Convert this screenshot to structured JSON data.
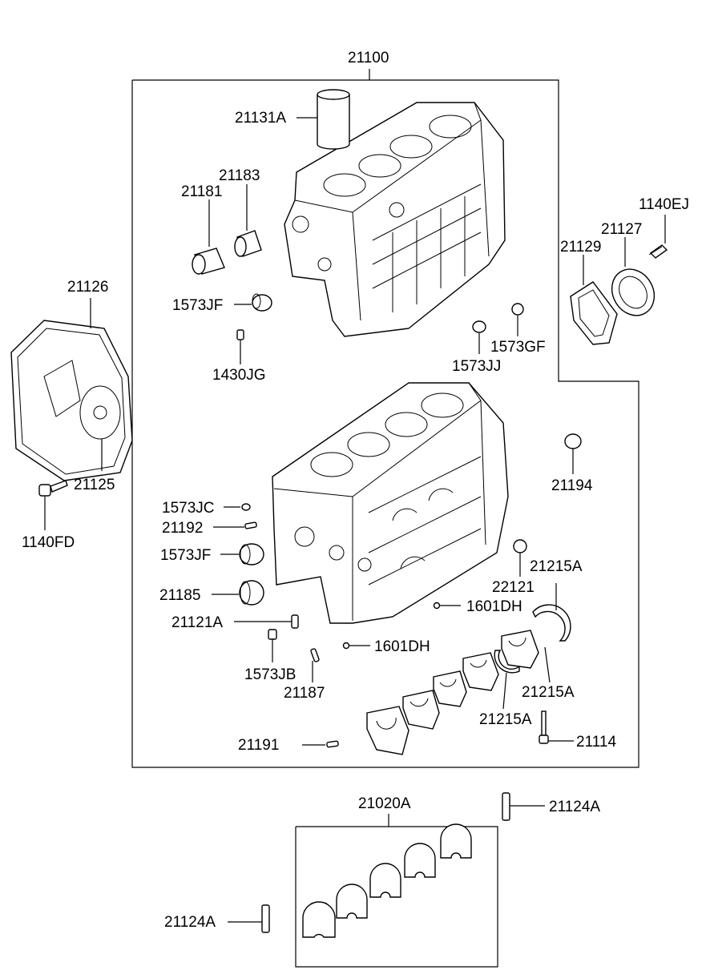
{
  "labels": {
    "l21100": "21100",
    "l21131A": "21131A",
    "l21183": "21183",
    "l21181": "21181",
    "l1573JF_top": "1573JF",
    "l1430JG": "1430JG",
    "l1573JJ": "1573JJ",
    "l1573GF": "1573GF",
    "l1140EJ": "1140EJ",
    "l21127": "21127",
    "l21129": "21129",
    "l21126": "21126",
    "l21125": "21125",
    "l1140FD": "1140FD",
    "l21194": "21194",
    "l1573JC": "1573JC",
    "l21192": "21192",
    "l1573JF_mid": "1573JF",
    "l21185": "21185",
    "l21121A": "21121A",
    "l1573JB": "1573JB",
    "l21187": "21187",
    "l1601DH_a": "1601DH",
    "l1601DH_b": "1601DH",
    "l22121": "22121",
    "l21215A_a": "21215A",
    "l21215A_b": "21215A",
    "l21215A_c": "21215A",
    "l21114": "21114",
    "l21191": "21191",
    "l21020A": "21020A",
    "l21124A_a": "21124A",
    "l21124A_b": "21124A"
  }
}
